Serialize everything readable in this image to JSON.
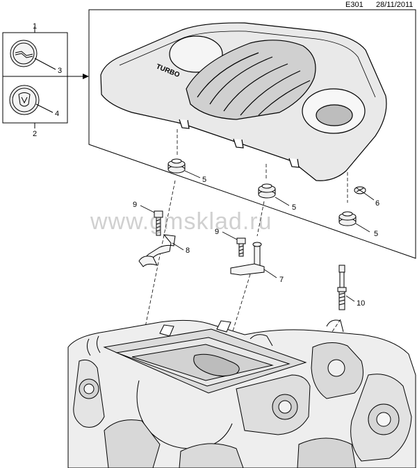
{
  "header": {
    "code": "E301",
    "date": "28/11/2011"
  },
  "watermark": "www.gmsklad.ru",
  "cover_text": "TURBO",
  "callouts": [
    {
      "id": "c1",
      "label": "1"
    },
    {
      "id": "c2",
      "label": "2"
    },
    {
      "id": "c3",
      "label": "3"
    },
    {
      "id": "c4",
      "label": "4"
    },
    {
      "id": "c5a",
      "label": "5"
    },
    {
      "id": "c5b",
      "label": "5"
    },
    {
      "id": "c5c",
      "label": "5"
    },
    {
      "id": "c6",
      "label": "6"
    },
    {
      "id": "c7",
      "label": "7"
    },
    {
      "id": "c8",
      "label": "8"
    },
    {
      "id": "c9a",
      "label": "9"
    },
    {
      "id": "c9b",
      "label": "9"
    },
    {
      "id": "c10",
      "label": "10"
    }
  ]
}
